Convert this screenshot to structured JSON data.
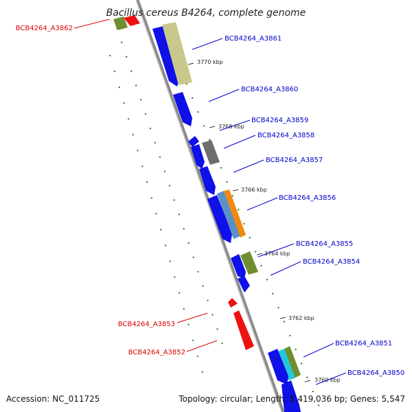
{
  "title": "Bacillus cereus B4264, complete genome",
  "footer": {
    "accession": "Accession: NC_011725",
    "summary": "Topology: circular; Length: 5,419,036 bp; Genes: 5,547"
  },
  "colors": {
    "forward_label": "#0000cc",
    "reverse_label": "#dd0000",
    "blue_gene": "#1010e8",
    "red_gene": "#ee1111",
    "khaki": "#c8c88c",
    "gray": "#6e6e6e",
    "steelblue": "#5b8fc8",
    "orange": "#f08a10",
    "olive": "#6f8e2f",
    "cyan": "#22c8d8",
    "green_tick": "#1a7a1a"
  },
  "ticks": [
    "3770 kbp",
    "3768 kbp",
    "3766 kbp",
    "3764 kbp",
    "3762 kbp",
    "3760 kbp"
  ],
  "genes": [
    {
      "label": "BCB4264_A3862",
      "strand": "reverse"
    },
    {
      "label": "BCB4264_A3861",
      "strand": "forward"
    },
    {
      "label": "BCB4264_A3860",
      "strand": "forward"
    },
    {
      "label": "BCB4264_A3859",
      "strand": "forward"
    },
    {
      "label": "BCB4264_A3858",
      "strand": "forward"
    },
    {
      "label": "BCB4264_A3857",
      "strand": "forward"
    },
    {
      "label": "BCB4264_A3856",
      "strand": "forward"
    },
    {
      "label": "BCB4264_A3855",
      "strand": "forward"
    },
    {
      "label": "BCB4264_A3854",
      "strand": "forward"
    },
    {
      "label": "BCB4264_A3853",
      "strand": "reverse"
    },
    {
      "label": "BCB4264_A3852",
      "strand": "reverse"
    },
    {
      "label": "BCB4264_A3851",
      "strand": "forward"
    },
    {
      "label": "BCB4264_A3850",
      "strand": "forward"
    }
  ]
}
